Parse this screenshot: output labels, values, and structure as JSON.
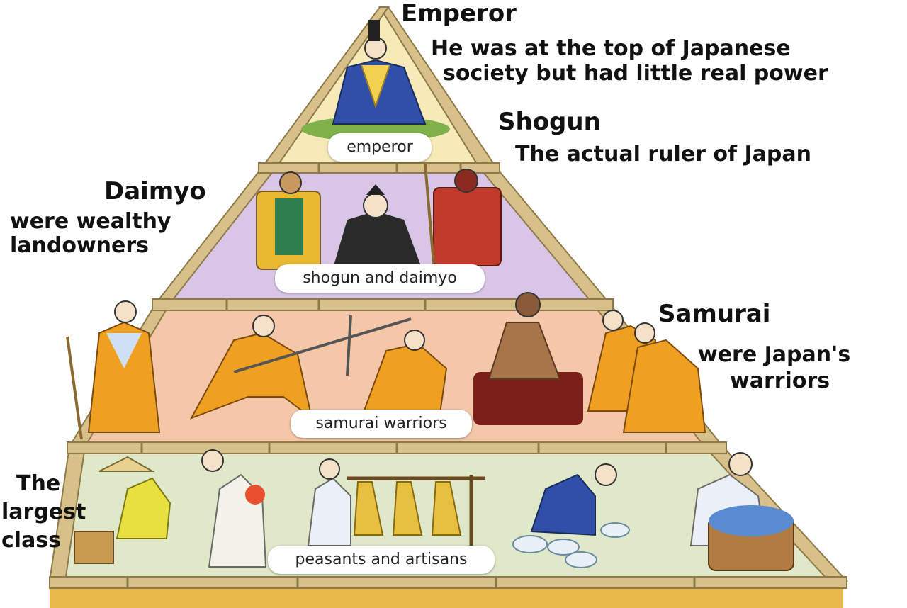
{
  "labels": {
    "emperor_tier": "emperor",
    "shogun_tier": "shogun and daimyo",
    "samurai_tier": "samurai warriors",
    "peasant_tier": "peasants and artisans"
  },
  "annotations": {
    "emperor": {
      "title": "Emperor",
      "line1": "He was at the top of Japanese",
      "line2": "society but had little real power"
    },
    "shogun": {
      "title": "Shogun",
      "line1": "The actual ruler of Japan"
    },
    "daimyo": {
      "title": "Daimyo",
      "line1": "were wealthy",
      "line2": "landowners"
    },
    "samurai": {
      "title": "Samurai",
      "line1": "were Japan's",
      "line2": "warriors"
    },
    "largest": {
      "line1": "The",
      "line2": "largest",
      "line3": "class"
    }
  },
  "colors": {
    "emperor_band": "#f5eab8",
    "shogun_band": "#d9c6e6",
    "samurai_band": "#f3c7a8",
    "peasant_band": "#dfe8c8",
    "frame": "#d8c08a",
    "frame_dark": "#8d7a48",
    "robe_blue": "#2f4fa8",
    "robe_orange": "#f0a020",
    "armor_red": "#c0392b"
  }
}
